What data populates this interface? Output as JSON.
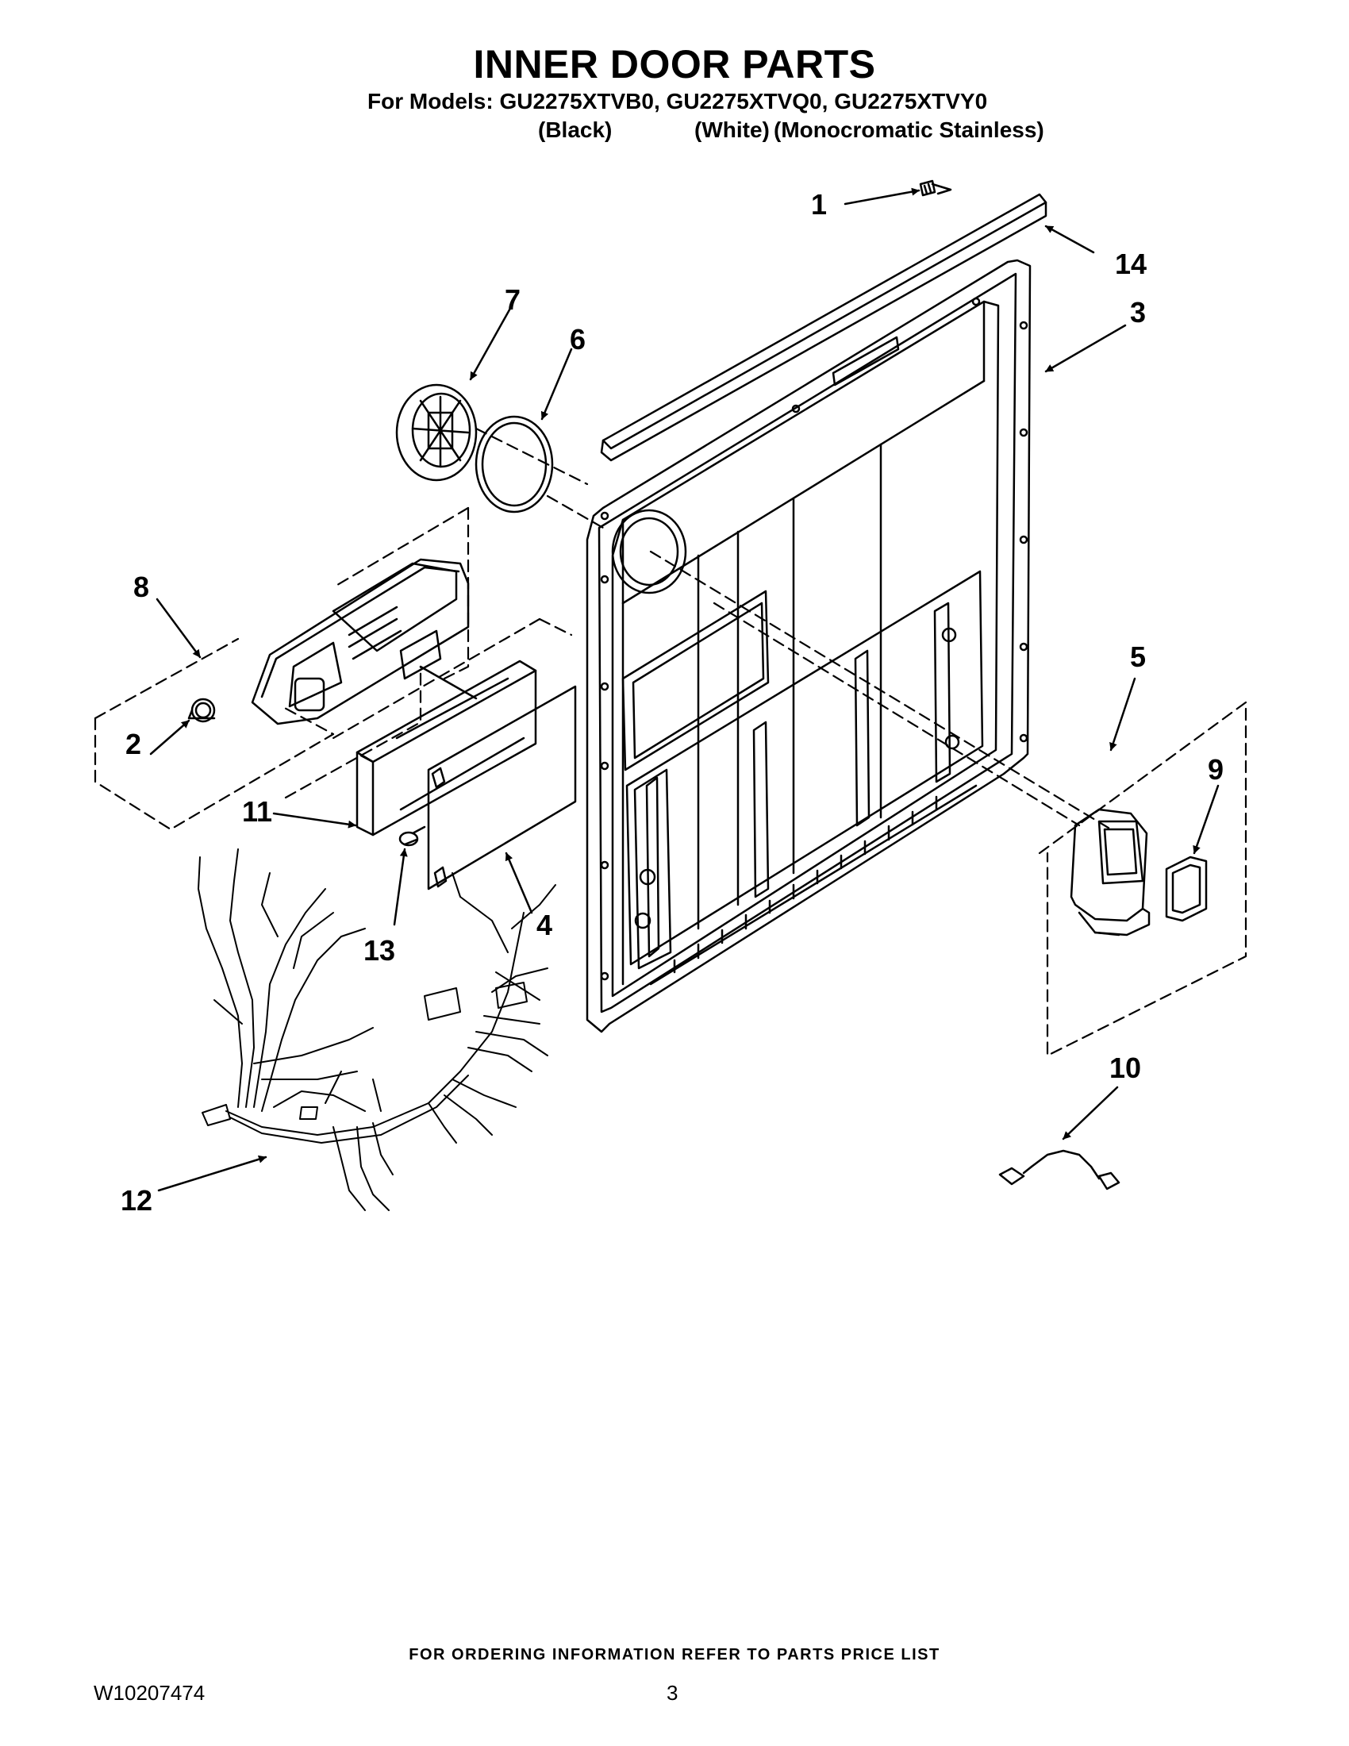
{
  "header": {
    "title": "INNER DOOR PARTS",
    "models_line": "For Models: GU2275XTVB0, GU2275XTVQ0, GU2275XTVY0",
    "color_black": "(Black)",
    "color_white": "(White)",
    "color_mono": "(Monocromatic Stainless)"
  },
  "diagram": {
    "callouts": [
      "1",
      "2",
      "3",
      "4",
      "5",
      "6",
      "7",
      "8",
      "9",
      "10",
      "11",
      "12",
      "13",
      "14"
    ]
  },
  "footer": {
    "ordering_note": "FOR ORDERING INFORMATION REFER TO PARTS PRICE LIST",
    "doc_number": "W10207474",
    "page_number": "3"
  }
}
